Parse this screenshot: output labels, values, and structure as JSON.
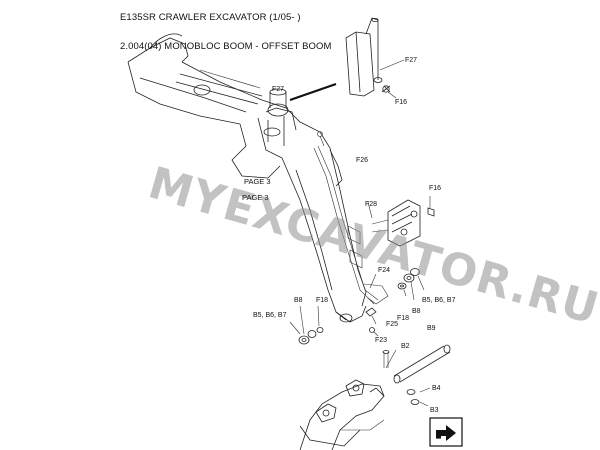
{
  "header": {
    "model_title": "E135SR CRAWLER EXCAVATOR (1/05- )",
    "section_title": "2.004(04) MONOBLOC BOOM - OFFSET BOOM"
  },
  "watermark": {
    "text": "MYEXCAVATOR.RU",
    "color": "#8f8f8f"
  },
  "callouts": {
    "f27_top": "F27",
    "f16_top": "F16",
    "f27_mid": "F27",
    "f26": "F26",
    "page3_a": "PAGE 3",
    "page3_b": "PAGE 3",
    "f28": "F28",
    "f16_right": "F16",
    "f24": "F24",
    "b5b6b7_right": "B5, B6, B7",
    "f18_right": "F18",
    "b8_right": "B8",
    "f25": "F25",
    "b8_left": "B8",
    "f18_left": "F18",
    "b5b6b7_left": "B5, B6, B7",
    "f23": "F23",
    "b2": "B2",
    "b9": "B9",
    "b4": "B4",
    "b3": "B3"
  },
  "corner_icon": "next-page-arrow-icon"
}
